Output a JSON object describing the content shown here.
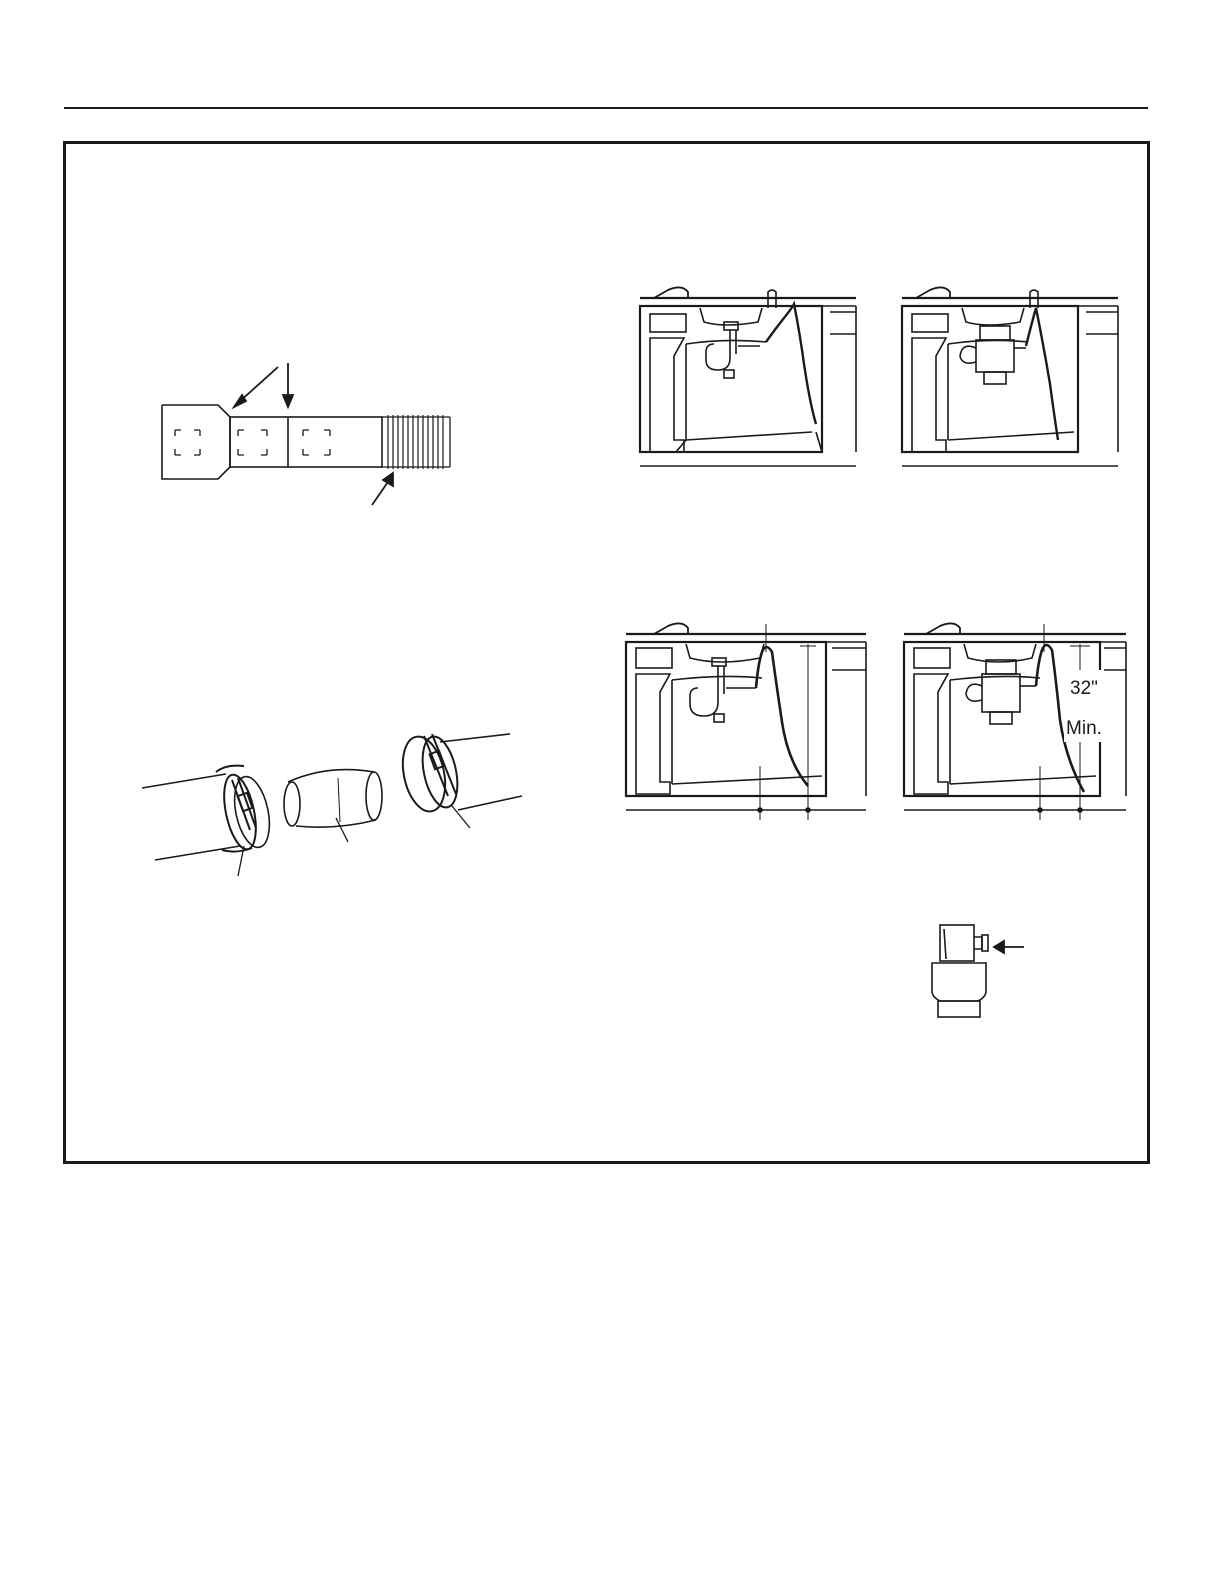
{
  "figures": {
    "hose_section": {
      "icon": "drain-hose-with-cut-marks"
    },
    "hose_connector": {
      "icon": "hose-clamp-and-connector"
    },
    "installs": [
      {
        "icon": "sink-trap-drain-install"
      },
      {
        "icon": "disposer-drain-install"
      },
      {
        "icon": "sink-trap-high-loop-install"
      },
      {
        "icon": "disposer-high-loop-install"
      }
    ],
    "disposer_inlet": {
      "icon": "disposer-inlet-plug"
    }
  },
  "labels": {
    "height_value": "32\"",
    "height_note": "Min."
  }
}
